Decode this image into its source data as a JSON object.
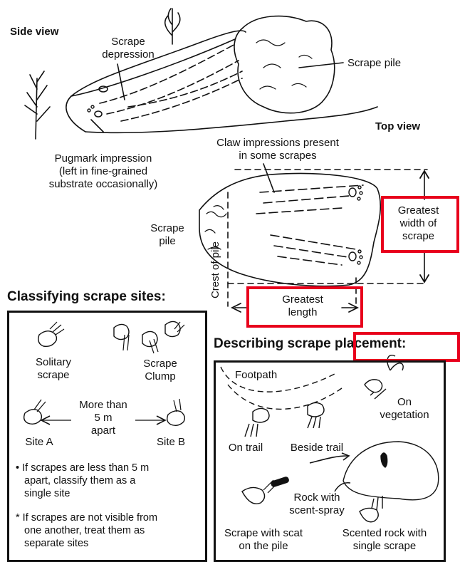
{
  "top": {
    "side_view": "Side view",
    "top_view": "Top view",
    "scrape_depression": [
      "Scrape",
      "depression"
    ],
    "scrape_pile_side": "Scrape pile",
    "pugmark": [
      "Pugmark impression",
      "(left in fine-grained",
      "substrate occasionally)"
    ],
    "claw": [
      "Claw impressions present",
      "in some scrapes"
    ],
    "scrape_pile_top": [
      "Scrape",
      "pile"
    ],
    "crest": "Crest of pile",
    "greatest_width": [
      "Greatest",
      "width of",
      "scrape"
    ],
    "greatest_length": [
      "Greatest",
      "length"
    ]
  },
  "classifying": {
    "title": "Classifying scrape sites:",
    "solitary": [
      "Solitary",
      "scrape"
    ],
    "clump": [
      "Scrape",
      "Clump"
    ],
    "more_than": [
      "More than",
      "5 m",
      "apart"
    ],
    "site_a": "Site A",
    "site_b": "Site B",
    "note1": [
      "• If scrapes are less than 5 m",
      "apart, classify them as a",
      "single site"
    ],
    "note2": [
      "* If scrapes are not visible from",
      "one another, treat them as",
      "separate sites"
    ]
  },
  "describing": {
    "title_prefix": "Describing scrape",
    "title_suffix": "placement:",
    "footpath": "Footpath",
    "on_vegetation": [
      "On",
      "vegetation"
    ],
    "on_trail": "On trail",
    "beside_trail": "Beside trail",
    "rock_spray": [
      "Rock with",
      "scent-spray"
    ],
    "scrape_scat": [
      "Scrape with scat",
      "on the pile"
    ],
    "scented_rock": [
      "Scented rock with",
      "single scrape"
    ]
  },
  "colors": {
    "highlight": "#e8001c",
    "ink": "#111111"
  }
}
